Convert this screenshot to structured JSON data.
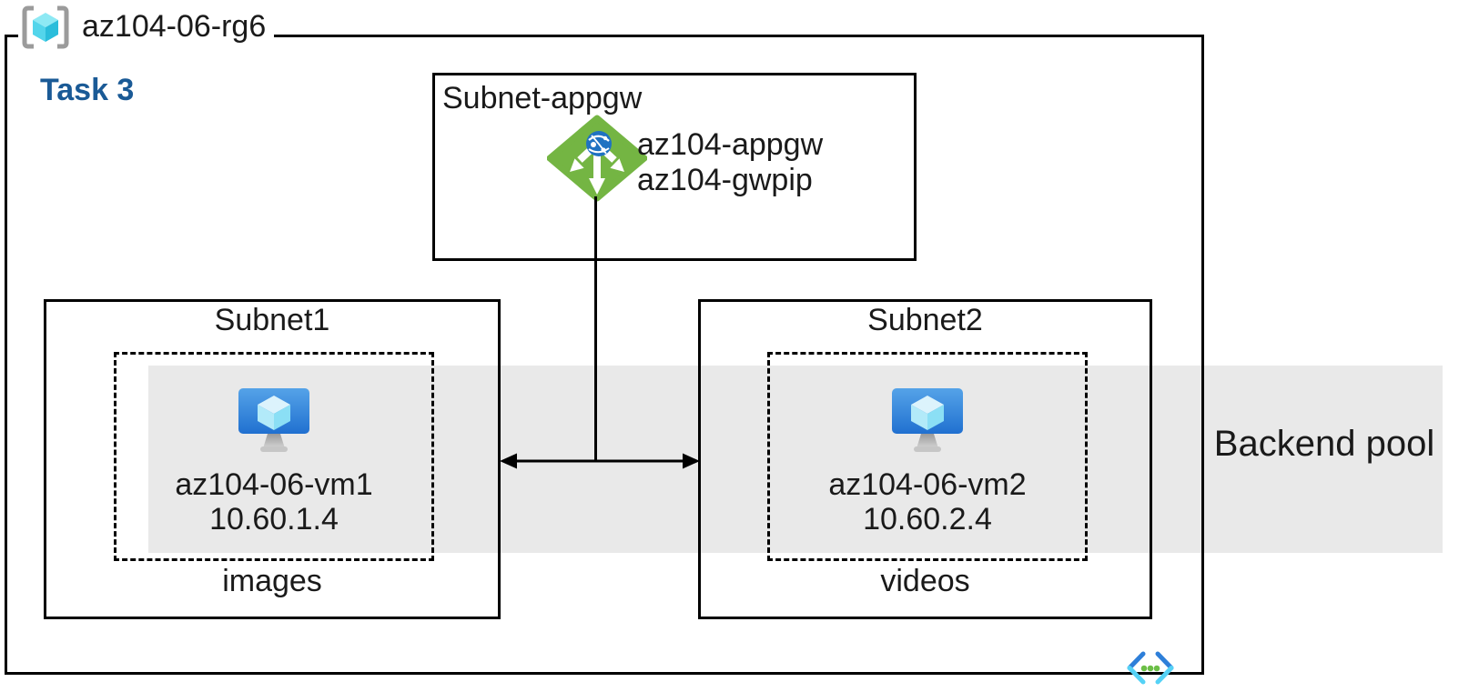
{
  "diagram": {
    "resource_group": {
      "label": "az104-06-rg6"
    },
    "task_label": "Task 3",
    "appgw_subnet": {
      "label": "Subnet-appgw",
      "gateway_name": "az104-appgw",
      "gateway_pip": "az104-gwpip"
    },
    "subnet1": {
      "label": "Subnet1",
      "vm_name": "az104-06-vm1",
      "vm_ip": "10.60.1.4",
      "caption": "images"
    },
    "subnet2": {
      "label": "Subnet2",
      "vm_name": "az104-06-vm2",
      "vm_ip": "10.60.2.4",
      "caption": "videos"
    },
    "backend_pool_label": "Backend pool",
    "icons": {
      "resource_group": "resource-group-icon",
      "application_gateway": "application-gateway-icon",
      "virtual_machine": "virtual-machine-icon",
      "virtual_network": "virtual-network-icon"
    },
    "colors": {
      "background": "#ffffff",
      "backend_band": "#e9e9e9",
      "border": "#000000",
      "text": "#1a1a1a",
      "task_blue": "#1a5a96",
      "appgw_green": "#74b543",
      "globe_blue": "#1f72c2",
      "vm_blue_top": "#55a3e8",
      "vm_blue_bottom": "#2070d0",
      "cube_cyan": "#8bdff5",
      "rg_bracket_gray": "#9b9b9b",
      "rg_cube_cyan": "#2abddb",
      "vnet_blue": "#2e7fd9",
      "vnet_cyan": "#55d2f6",
      "vnet_dot_green": "#6cbf47"
    }
  }
}
